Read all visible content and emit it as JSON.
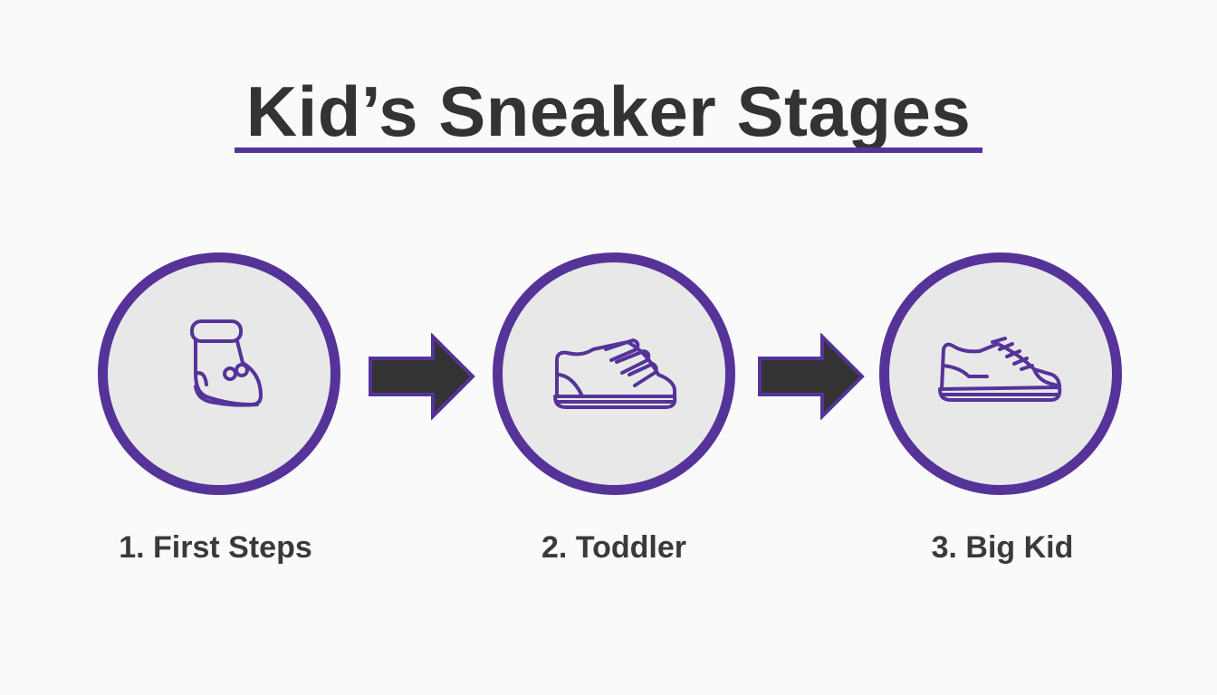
{
  "title": "Kid’s Sneaker Stages",
  "stages": [
    {
      "label": "1. First Steps",
      "icon": "baby-bootie-icon"
    },
    {
      "label": "2. Toddler",
      "icon": "velcro-sneaker-icon"
    },
    {
      "label": "3. Big Kid",
      "icon": "lace-sneaker-icon"
    }
  ],
  "colors": {
    "accent": "#553399",
    "text": "#333333",
    "circle_fill": "#e8e8e8",
    "arrow_fill": "#333333",
    "background": "#fafafa"
  }
}
